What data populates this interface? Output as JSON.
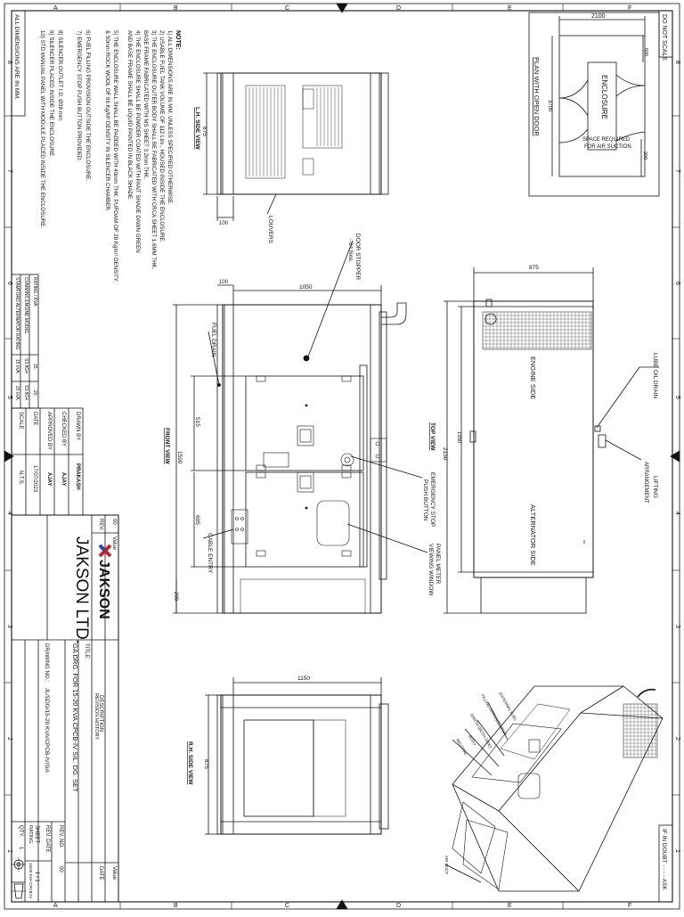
{
  "sheet": {
    "do_not_scale": "DO NOT SCALE",
    "if_in_doubt": "IF IN DOUBT - - - - ASK",
    "all_dimensions": "ALL DIMENSIONS ARE IN MM.",
    "col_letters": [
      "A",
      "B",
      "C",
      "D",
      "E",
      "F"
    ],
    "row_numbers": [
      "8",
      "7",
      "6",
      "5",
      "4",
      "3",
      "2",
      "1"
    ]
  },
  "notes": {
    "heading": "NOTE:",
    "lines": [
      "1) ALL DIMENSIONS ARE IN MM, UNLESS SPECIFIED OTHERWISE.",
      "2) USABLE FUEL TANK VOLUME OF 112 Ltrs., HOUSED INSIDE THE ENCLOSURE.",
      "3) THE ENCLOSURE OUTER BODY SHALL BE FABRICATED WITH CRCA SHEET 1.6MM THK.",
      "   BASE FRAME FABRICATED WITH MS SHEET 3.2mm THK.",
      "4) THE ENCLOSURE SHALL BE POWDER COATED WITH PANT SHADE DAWN GREEN",
      "   AND BASE FRAME SHALL BE LIQUID PAINTED IN BLACK SHADE.",
      "5) THE ENCLOSURE WALL SHALL BE PADDED WITH 40mm THK. PUFOAM OF 28 Kg/m³ DENSITY,",
      "   & 50mm ROCK WOOL OF 96 Kg/M³ DENSITY IN SILENCER CHAMBER.",
      "6) FUEL FILLING PROVISION OUTSIDE THE ENCLOSURE.",
      "7) EMERGENCY STOP PUSH BUTTON PROVIDED.",
      "8) SILENCER OUTLET I.D. Ø38 mm.",
      "9) SILENCER PLACED INSIDE THE ENCLOSURE.",
      "10) STD MANUAL PANEL WITH MODULE PLACED INSIDE THE ENCLOSURE."
    ]
  },
  "rating_table": {
    "rows": [
      [
        "RATING / KVA",
        "15",
        "20"
      ],
      [
        "CUMMINS ENGINE MODEL",
        "S3.8G4",
        "S3.8G4"
      ],
      [
        "STAMFORD ALTERNATOR RATING",
        "15 kVA",
        "20 kVA"
      ]
    ]
  },
  "title_block": {
    "drawn_by_label": "DRAWN BY",
    "drawn_by": "PRAKASH",
    "checked_by_label": "CHECKED BY",
    "checked_by": "AJAY",
    "approved_by_label": "APPROVED BY",
    "approved_by": "AJAY",
    "date_label": "DATE",
    "date": "17/07/2023",
    "scale_label": "SCALE",
    "scale": "N.T.S.",
    "company": "JAKSON LTD.",
    "brand": "JAKSON",
    "title_label": "TITLE:",
    "title": "GA DRG. FOR 15-20 KVA CPCB-IV SIL. DG. SET",
    "drawing_no_label": "DRAWING NO.:",
    "drawing_no": "JL/SDG/15-20 KVA/CPCB-IV/GA",
    "rev_no_label": "REV. NO.",
    "rev_no": "00",
    "rev_date_label": "REV. DATE",
    "sheet_label": "SHEET",
    "sheet": "1 / 1",
    "rating_label": "RATING",
    "rating": "15/20 KVA CPCB-IV",
    "qty_label": "QTY.",
    "qty": "1",
    "rev_header": "REV.",
    "description_header": "DESCRIPTION",
    "value_header": "Value",
    "date_header": "DATE",
    "rev_row": "00",
    "rev_row_value": "Value",
    "revision_history": "REVISION HISTORY"
  },
  "views": {
    "plan_title": "PLAN WITH OPEN DOOR",
    "enclosure": "ENCLOSURE",
    "space_required": "SPACE REQUIRED",
    "for_air_suction": "FOR AIR SUCTION",
    "lh_side_view": "L.H. SIDE VIEW",
    "louvers": "LOUVERS",
    "front_view": "FRONT VIEW",
    "top_view": "TOP VIEW",
    "rh_side_view": "R.H. SIDE VIEW",
    "engine_side": "ENGINE SIDE",
    "alternator_side": "ALTERNATOR SIDE",
    "door_stopper": "DOOR STOPPER",
    "door_stopper_qty": "- 04 Nos.",
    "fuel_drain": "FUEL DRAIN",
    "cable_entry": "CABLE ENTRY",
    "emergency_stop": "EMERGENCY STOP",
    "push_button": "PUSH BUTTON",
    "panel_meter": "PANEL METER",
    "viewing_window": "VIEWING WINDOW",
    "lube_oil_drain": "LUBE OIL DRAIN",
    "lifting": "LIFTING",
    "arrangement": "ARRANGEMENT",
    "external_fuel": "EXTERNAL FUEL",
    "filling_arrangement": "FILLING ARRANGEMENT",
    "earth_both_side": "EARTH (BOTH SIDE)",
    "body": "BODY",
    "neutral": "NEUTRAL",
    "air_duct": "AIR DUCT"
  },
  "dims": {
    "d2100": "2100",
    "d600": "600",
    "d3700": "3700",
    "d200": "200",
    "d875": "875",
    "d100": "100",
    "d1050": "1050",
    "d1950": "1950",
    "d515": "515",
    "d605": "605",
    "d1590": "1590",
    "d2150": "2150",
    "d1150": "1150"
  }
}
